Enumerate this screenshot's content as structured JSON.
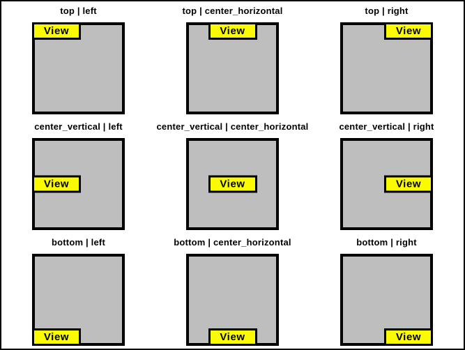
{
  "view_label": "View",
  "colors": {
    "page_bg": "#ffffff",
    "page_border": "#000000",
    "box_fill": "#bebebe",
    "box_border": "#000000",
    "view_fill": "#fafa00",
    "view_border": "#000000",
    "view_text": "#000000"
  },
  "cells": [
    {
      "label": "top | left",
      "gravity_vertical": "top",
      "gravity_horizontal": "left"
    },
    {
      "label": "top | center_horizontal",
      "gravity_vertical": "top",
      "gravity_horizontal": "center_horizontal"
    },
    {
      "label": "top | right",
      "gravity_vertical": "top",
      "gravity_horizontal": "right"
    },
    {
      "label": "center_vertical | left",
      "gravity_vertical": "center_vertical",
      "gravity_horizontal": "left"
    },
    {
      "label": "center_vertical | center_horizontal",
      "gravity_vertical": "center_vertical",
      "gravity_horizontal": "center_horizontal"
    },
    {
      "label": "center_vertical | right",
      "gravity_vertical": "center_vertical",
      "gravity_horizontal": "right"
    },
    {
      "label": "bottom | left",
      "gravity_vertical": "bottom",
      "gravity_horizontal": "left"
    },
    {
      "label": "bottom | center_horizontal",
      "gravity_vertical": "bottom",
      "gravity_horizontal": "center_horizontal"
    },
    {
      "label": "bottom | right",
      "gravity_vertical": "bottom",
      "gravity_horizontal": "right"
    }
  ]
}
